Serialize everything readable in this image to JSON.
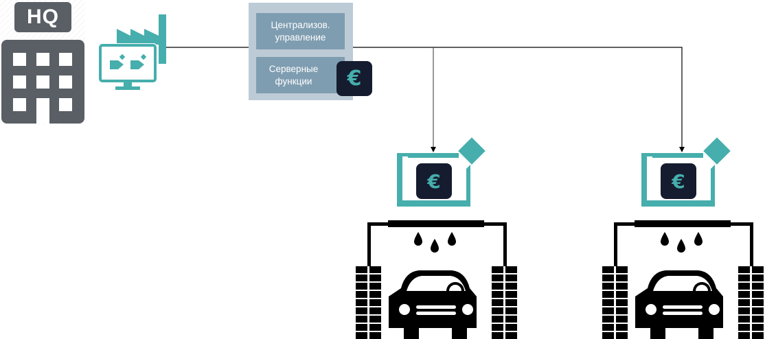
{
  "diagram": {
    "hq": {
      "label": "HQ",
      "icon": "hq-building-icon"
    },
    "factory": {
      "icon": "factory-monitor-icon"
    },
    "server": {
      "modules": [
        {
          "label": "Централизов. управление"
        },
        {
          "label": "Серверные функции"
        }
      ],
      "badge": {
        "symbol": "€",
        "icon": "euro-icon"
      }
    },
    "stations": [
      {
        "name": "car-wash-1",
        "terminal_badge": "€",
        "icon": "car-wash-icon"
      },
      {
        "name": "car-wash-2",
        "terminal_badge": "€",
        "icon": "car-wash-icon"
      }
    ],
    "colors": {
      "teal": "#46aeac",
      "dark_navy": "#161c2f",
      "gray_building": "#5a5f66",
      "panel_bg": "#bccbd6",
      "module_bg": "#7f9db1",
      "line": "#000000"
    }
  }
}
